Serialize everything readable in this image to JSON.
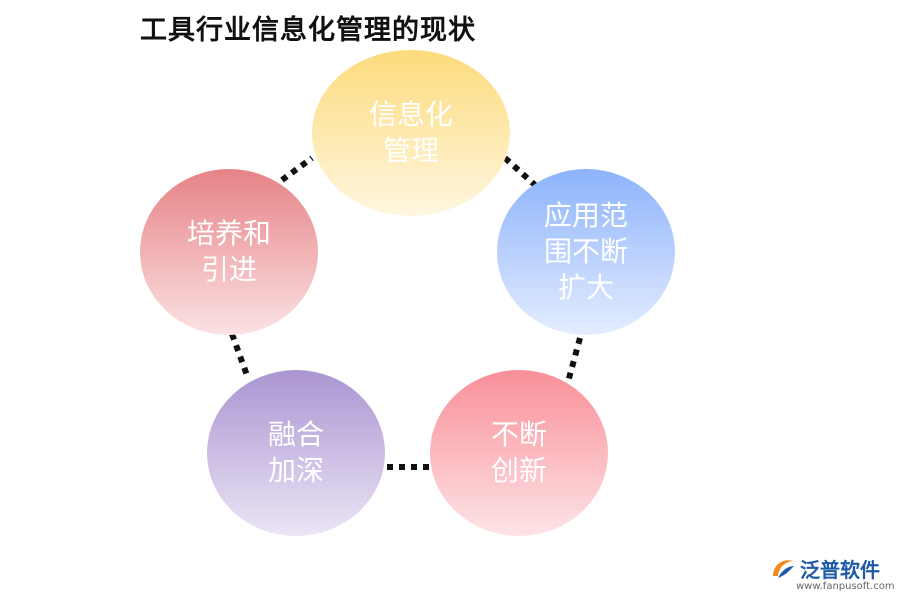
{
  "title": "工具行业信息化管理的现状",
  "nodes": [
    {
      "line1": "信息化",
      "line2": "管理"
    },
    {
      "line1": "应用范",
      "line2": "围不断",
      "line3": "扩大"
    },
    {
      "line1": "不断",
      "line2": "创新"
    },
    {
      "line1": "融合",
      "line2": "加深"
    },
    {
      "line1": "培养和",
      "line2": "引进"
    }
  ],
  "logo": {
    "name": "泛普软件",
    "url": "www.fanpusoft.com"
  },
  "colors": {
    "node1": "#fddb7c",
    "node2": "#8db3fb",
    "node3": "#f98f98",
    "node4": "#ab95d2",
    "node5": "#e68387",
    "connector": "#111111"
  }
}
